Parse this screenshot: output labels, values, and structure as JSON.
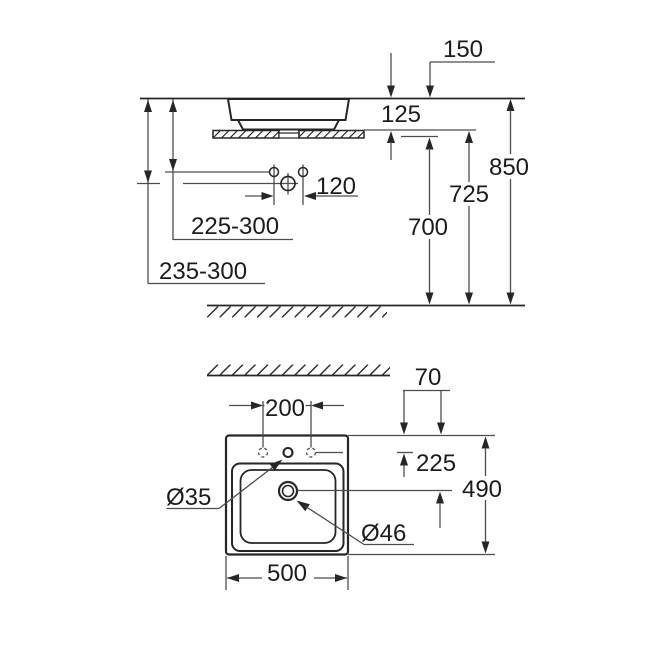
{
  "elevation": {
    "dims": {
      "offset_top": "150",
      "basin_height": "125",
      "total_height": "850",
      "counter_height": "725",
      "supply_height": "700",
      "supply_spacing": "120",
      "range_supply": "225-300",
      "range_drain": "235-300"
    }
  },
  "plan": {
    "dims": {
      "wall_offset": "70",
      "hole_spacing": "200",
      "drain_offset": "225",
      "depth": "490",
      "width": "500",
      "tap_hole_diameter": "Ø35",
      "drain_diameter": "Ø46"
    }
  }
}
